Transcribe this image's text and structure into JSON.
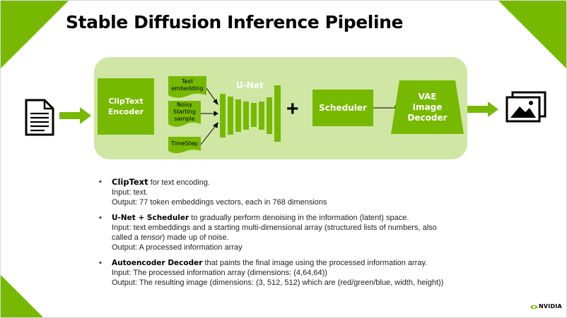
{
  "title": "Stable Diffusion Inference Pipeline",
  "diagram": {
    "clip_box": [
      "ClipText",
      "Encoder"
    ],
    "text_embedding": [
      "Text",
      "embedding"
    ],
    "noisy_sample": [
      "Noisy",
      "Starting",
      "sample"
    ],
    "timestep": "TimeStep",
    "unet_label": "U-Net",
    "plus_symbol": "+",
    "scheduler": "Scheduler",
    "vae": [
      "VAE",
      "Image",
      "Decoder"
    ],
    "input_icon": "document-icon",
    "output_icon": "images-icon"
  },
  "bullets": [
    {
      "lead": "ClipText",
      "lead_suffix": " for text encoding.",
      "lines": [
        "Input: text.",
        "Output: 77 token embeddings vectors, each in 768 dimensions"
      ]
    },
    {
      "lead": "U-Net + Scheduler",
      "lead_suffix": " to gradually perform denoising in the information (latent) space.",
      "line2": "Input: text embeddings and a starting multi-dimensional array (structured lists of numbers, also",
      "line3_before": "called a ",
      "line3_italic": "tensor",
      "line3_after": ") made up of noise.",
      "line4": "Output: A processed information array"
    },
    {
      "lead": "Autoencoder Decoder",
      "lead_suffix": " that paints the final image using the processed information array.",
      "lines": [
        "Input: The processed information array (dimensions: (4,64,64))",
        "Output: The resulting image (dimensions: (3, 512, 512) which are (red/green/blue, width, height))"
      ]
    }
  ],
  "footer_logo": "NVIDIA",
  "colors": {
    "accent": "#76b900",
    "panel": "#cfe6a4"
  }
}
